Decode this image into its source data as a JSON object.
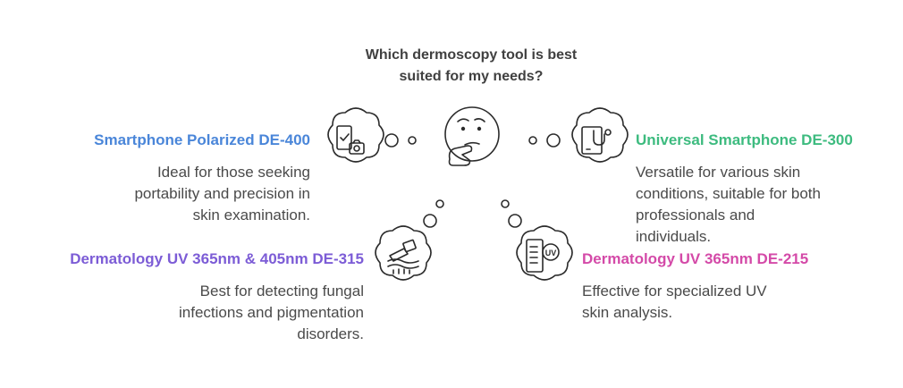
{
  "question": {
    "line1": "Which dermoscopy tool is best",
    "line2": "suited for my needs?"
  },
  "options": [
    {
      "title": "Smartphone Polarized DE-400",
      "color": "#4a86d9",
      "desc": [
        "Ideal for those seeking",
        "portability and precision in",
        "skin examination."
      ],
      "icon": "smartphone-camera-icon"
    },
    {
      "title": "Universal Smartphone DE-300",
      "color": "#3dbb7f",
      "desc": [
        "Versatile for various skin",
        "conditions, suitable for both",
        "professionals and",
        "individuals."
      ],
      "icon": "stethoscope-tablet-icon"
    },
    {
      "title": "Dermatology UV 365nm & 405nm DE-315",
      "color": "#7c5cd6",
      "desc": [
        "Best for detecting fungal",
        "infections and pigmentation",
        "disorders."
      ],
      "icon": "microscope-skin-icon"
    },
    {
      "title": "Dermatology UV 365nm DE-215",
      "color": "#d44aa8",
      "desc": [
        "Effective for specialized UV",
        "skin analysis."
      ],
      "icon": "uv-device-icon"
    }
  ],
  "center_icon": "thinking-face-icon"
}
